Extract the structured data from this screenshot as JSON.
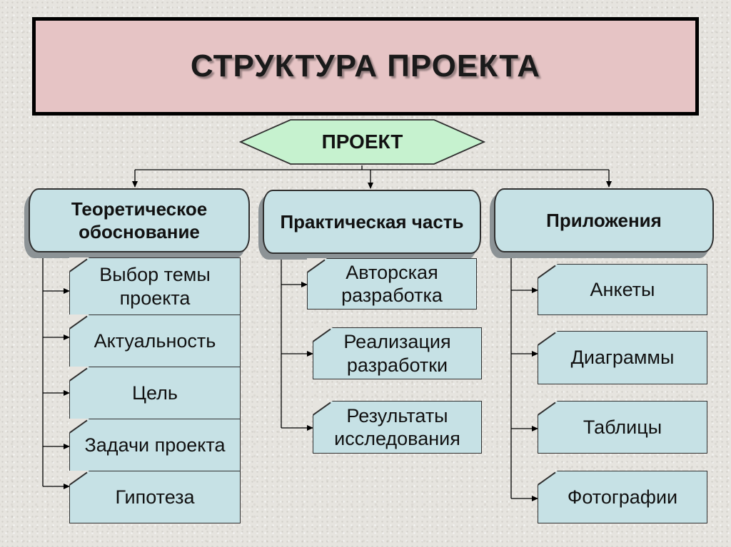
{
  "title": "СТРУКТУРА ПРОЕКТА",
  "root": "ПРОЕКТ",
  "categories": [
    {
      "label": "Теоретическое обоснование",
      "items": [
        "Выбор темы проекта",
        "Актуальность",
        "Цель",
        "Задачи проекта",
        "Гипотеза"
      ]
    },
    {
      "label": "Практическая часть",
      "items": [
        "Авторская разработка",
        "Реализация разработки",
        "Результаты исследования"
      ]
    },
    {
      "label": "Приложения",
      "items": [
        "Анкеты",
        "Диаграммы",
        "Таблицы",
        "Фотографии"
      ]
    }
  ]
}
